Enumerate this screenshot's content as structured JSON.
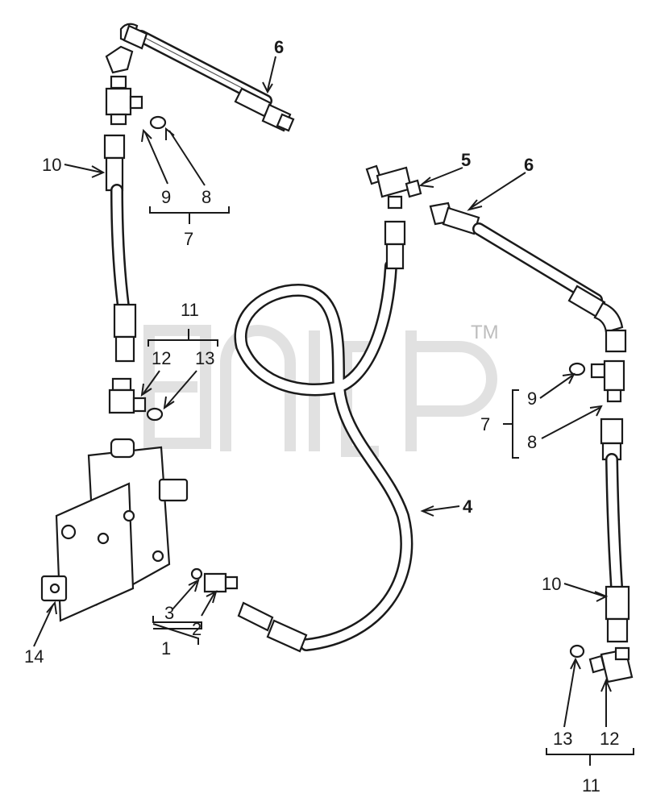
{
  "watermark": {
    "trademark": "TM"
  },
  "callouts": {
    "c1": "1",
    "c2": "2",
    "c3": "3",
    "c4": "4",
    "c5": "5",
    "c6a": "6",
    "c6b": "6",
    "c7a": "7",
    "c7b": "7",
    "c8a": "8",
    "c8b": "8",
    "c9a": "9",
    "c9b": "9",
    "c10a": "10",
    "c10b": "10",
    "c11a": "11",
    "c11b": "11",
    "c12a": "12",
    "c12b": "12",
    "c13a": "13",
    "c13b": "13",
    "c14": "14"
  }
}
